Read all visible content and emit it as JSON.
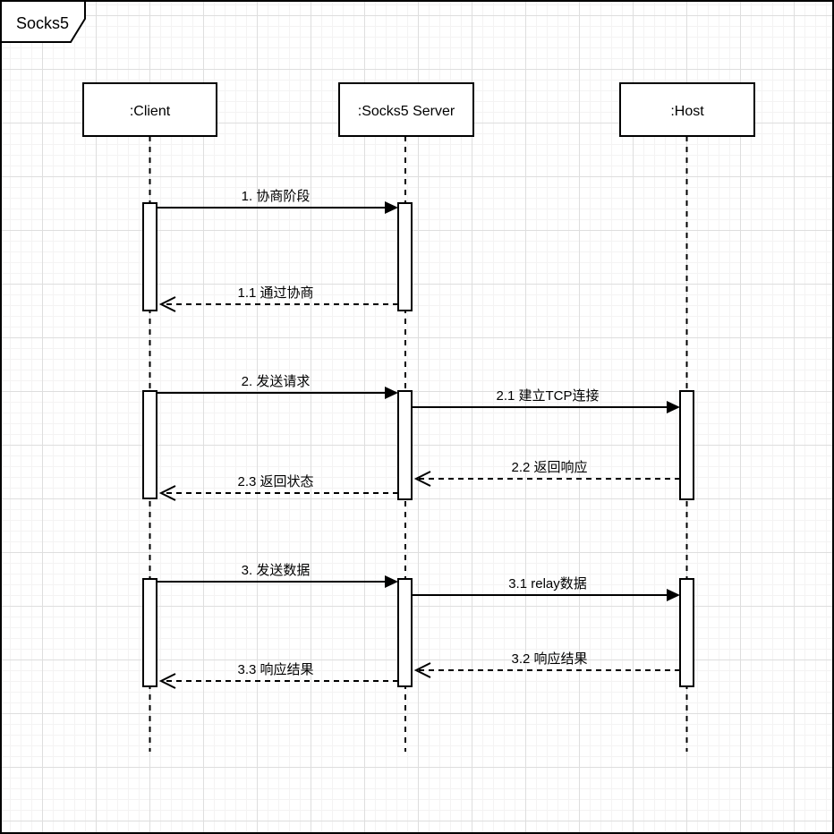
{
  "frame": {
    "title": "Socks5"
  },
  "diagram": {
    "type": "uml-sequence",
    "actors": [
      {
        "id": "client",
        "label": ":Client"
      },
      {
        "id": "server",
        "label": ":Socks5 Server"
      },
      {
        "id": "host",
        "label": ":Host"
      }
    ],
    "messages": [
      {
        "label": "1. 协商阶段",
        "from": ":Client",
        "to": ":Socks5 Server",
        "style": "solid"
      },
      {
        "label": "1.1 通过协商",
        "from": ":Socks5 Server",
        "to": ":Client",
        "style": "dashed"
      },
      {
        "label": "2. 发送请求",
        "from": ":Client",
        "to": ":Socks5 Server",
        "style": "solid"
      },
      {
        "label": "2.1 建立TCP连接",
        "from": ":Socks5 Server",
        "to": ":Host",
        "style": "solid"
      },
      {
        "label": "2.2 返回响应",
        "from": ":Host",
        "to": ":Socks5 Server",
        "style": "dashed"
      },
      {
        "label": "2.3 返回状态",
        "from": ":Socks5 Server",
        "to": ":Client",
        "style": "dashed"
      },
      {
        "label": "3. 发送数据",
        "from": ":Client",
        "to": ":Socks5 Server",
        "style": "solid"
      },
      {
        "label": "3.1 relay数据",
        "from": ":Socks5 Server",
        "to": ":Host",
        "style": "solid"
      },
      {
        "label": "3.2 响应结果",
        "from": ":Host",
        "to": ":Socks5 Server",
        "style": "dashed"
      },
      {
        "label": "3.3 响应结果",
        "from": ":Socks5 Server",
        "to": ":Client",
        "style": "dashed"
      }
    ],
    "colors": {
      "stroke": "#000000",
      "fill": "#ffffff",
      "grid_minor": "#f4f3f3",
      "grid_major": "#dedede"
    }
  }
}
